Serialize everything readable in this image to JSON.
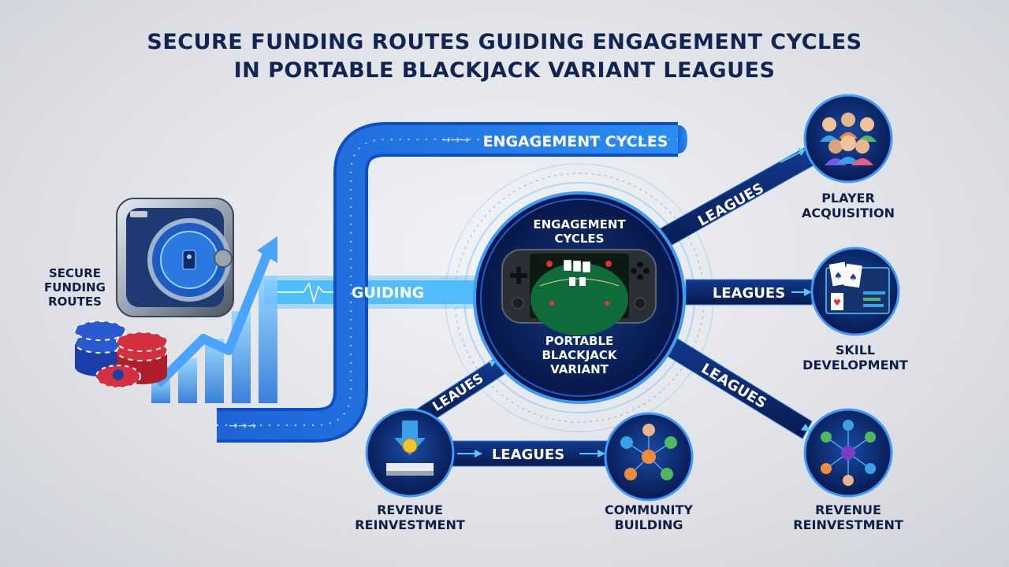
{
  "title": {
    "line1": "SECURE FUNDING ROUTES GUIDING ENGAGEMENT CYCLES",
    "line2": "IN PORTABLE BLACKJACK VARIANT LEAGUES"
  },
  "source": {
    "label_line1": "SECURE",
    "label_line2": "FUNDING",
    "label_line3": "ROUTES"
  },
  "flows": {
    "top_route": "ENGAGEMENT CYCLES",
    "guiding": "GUIDING"
  },
  "hub": {
    "top_line1": "ENGAGEMENT",
    "top_line2": "CYCLES",
    "bottom_line1": "PORTABLE",
    "bottom_line2": "BLACKJACK",
    "bottom_line3": "VARIANT"
  },
  "connectors": {
    "to_player": "LEAGUES",
    "to_skill": "LEAGUES",
    "to_revenue_right": "LEAGUES",
    "to_revenue_left": "LEAUES",
    "bottom": "LEAGUES"
  },
  "nodes": {
    "player_acquisition": {
      "line1": "PLAYER",
      "line2": "ACQUISITION",
      "icon": "people-group-icon"
    },
    "skill_development": {
      "line1": "SKILL",
      "line2": "DEVELOPMENT",
      "icon": "cards-chart-icon"
    },
    "revenue_reinvestment_right": {
      "line1": "REVENUE",
      "line2": "REINVESTMENT",
      "icon": "network-people-icon"
    },
    "revenue_reinvestment_left": {
      "line1": "REVENUE",
      "line2": "REINVESTMENT",
      "icon": "coin-deposit-icon"
    },
    "community_building": {
      "line1": "COMMUNITY",
      "line2": "BUILDING",
      "icon": "community-network-icon"
    }
  },
  "colors": {
    "navy": "#0b1f5c",
    "accent": "#1e7be8",
    "glow": "#4fc3ff",
    "title": "#102552"
  }
}
